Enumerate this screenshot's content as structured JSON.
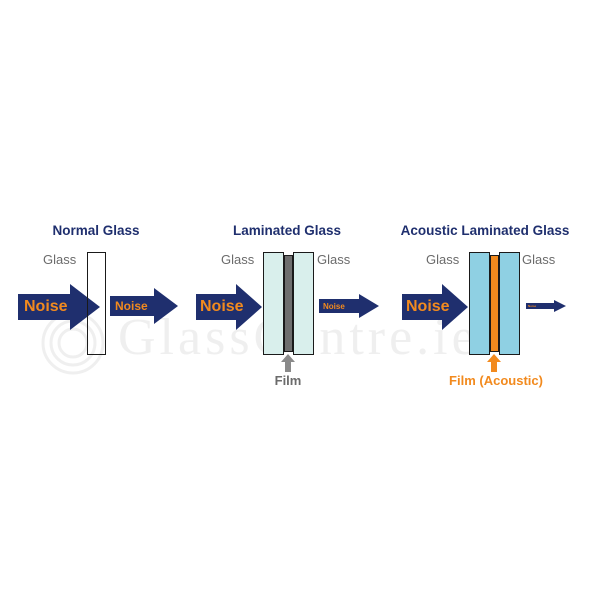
{
  "colors": {
    "arrow_navy": "#1f2f6e",
    "noise_orange": "#f28a1e",
    "glass_light": "#d9efec",
    "glass_acoustic": "#8fd0e3",
    "film_gray": "#6e6e6e",
    "film_acoustic": "#f28a1e",
    "label_gray": "#6b6b6b"
  },
  "watermark": {
    "text": "GlassCentre.ie"
  },
  "panels": [
    {
      "title": "Normal Glass",
      "glass_left": "Glass",
      "noise_in": "Noise",
      "noise_out": "Noise"
    },
    {
      "title": "Laminated Glass",
      "glass_left": "Glass",
      "glass_right": "Glass",
      "noise_in": "Noise",
      "noise_out": "Noise",
      "film_label": "Film"
    },
    {
      "title": "Acoustic Laminated Glass",
      "glass_left": "Glass",
      "glass_right": "Glass",
      "noise_in": "Noise",
      "noise_out": "Noise",
      "film_label": "Film (Acoustic)"
    }
  ]
}
